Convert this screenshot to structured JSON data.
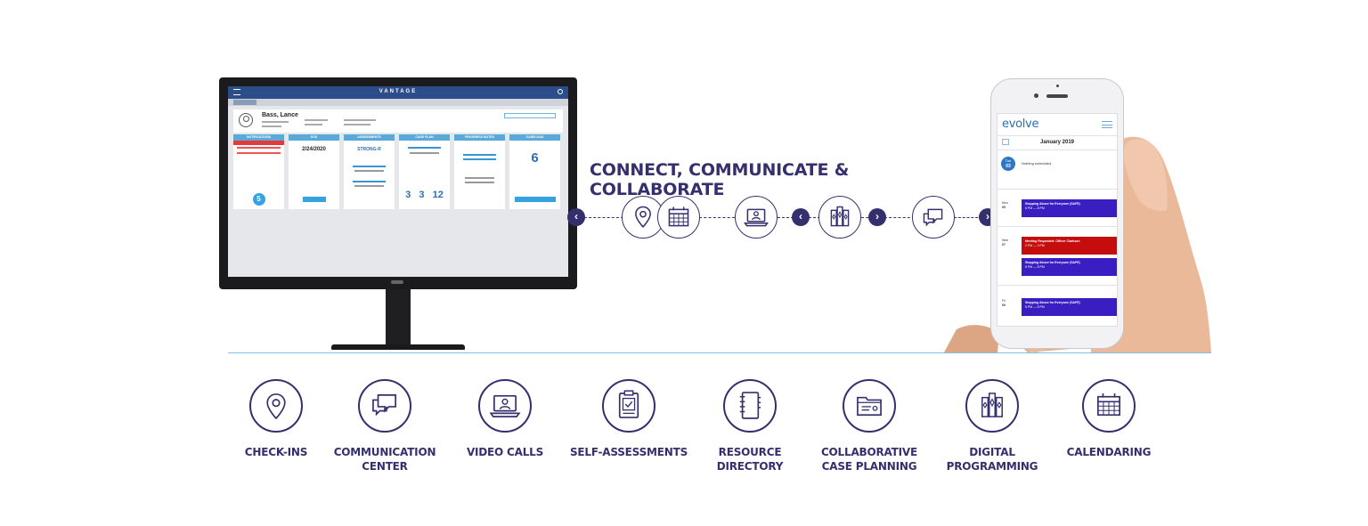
{
  "monitor": {
    "app_title": "VANTAGE",
    "profile_name": "Bass, Lance",
    "cards": [
      {
        "header": "NOTIFICATIONS",
        "value": "5"
      },
      {
        "header": "EOS",
        "value": "2/24/2020"
      },
      {
        "header": "ASSESSMENTS",
        "value": "STRONG-R"
      },
      {
        "header": "CASE PLAN",
        "value_a": "3",
        "value_b": "3",
        "value_c": "12"
      },
      {
        "header": "PROGRESS NOTES",
        "value": ""
      },
      {
        "header": "CASELOAD",
        "value": "6"
      }
    ]
  },
  "headline": "CONNECT, COMMUNICATE & COLLABORATE",
  "phone": {
    "app_name": "evolve",
    "month": "January 2019",
    "today": {
      "dow": "Tue",
      "day": "03"
    },
    "empty_text": "Nothing scheduled",
    "days": [
      {
        "dow": "Mon",
        "day": "05"
      },
      {
        "dow": "Wed",
        "day": "07"
      },
      {
        "dow": "Fri",
        "day": "09"
      }
    ],
    "events": [
      {
        "title": "Stopping Abuse for Everyone (SAFE)",
        "time": "6 PM — 8 PM"
      },
      {
        "title": "Meeting Requested: Officer Clarkson",
        "time": "2 PM — 3 PM"
      },
      {
        "title": "Stopping Abuse for Everyone (SAFE)",
        "time": "6 PM — 8 PM"
      },
      {
        "title": "Stopping Abuse for Everyone (SAFE)",
        "time": "5 PM — 8 PM"
      }
    ]
  },
  "nav": {
    "prev_glyph": "‹",
    "next_glyph": "›"
  },
  "features": [
    {
      "line1": "CHECK-INS",
      "line2": "",
      "icon": "location-pin-icon"
    },
    {
      "line1": "COMMUNICATION",
      "line2": "CENTER",
      "icon": "chat-bubbles-icon"
    },
    {
      "line1": "VIDEO CALLS",
      "line2": "",
      "icon": "video-call-icon"
    },
    {
      "line1": "SELF-ASSESSMENTS",
      "line2": "",
      "icon": "clipboard-check-icon"
    },
    {
      "line1": "RESOURCE",
      "line2": "DIRECTORY",
      "icon": "notebook-icon"
    },
    {
      "line1": "COLLABORATIVE",
      "line2": "CASE PLANNING",
      "icon": "folder-plan-icon"
    },
    {
      "line1": "DIGITAL",
      "line2": "PROGRAMMING",
      "icon": "books-icon"
    },
    {
      "line1": "CALENDARING",
      "line2": "",
      "icon": "calendar-icon"
    }
  ],
  "colors": {
    "brand_navy": "#34306e",
    "accent_blue": "#2f77c2",
    "event_blue": "#3a1ec2",
    "event_red": "#c50d0d",
    "sky": "#5aa9d8"
  }
}
